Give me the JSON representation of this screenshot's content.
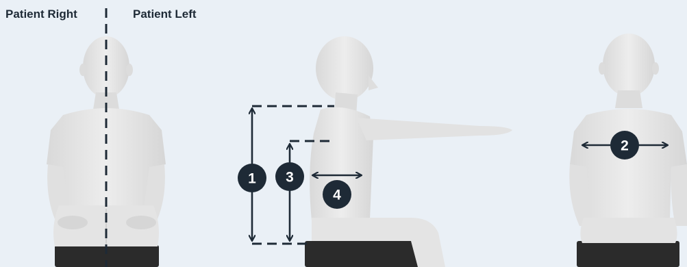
{
  "labels": {
    "patient_right": "Patient Right",
    "patient_left": "Patient Left"
  },
  "markers": {
    "m1": "1",
    "m2": "2",
    "m3": "3",
    "m4": "4"
  },
  "colors": {
    "background": "#eaf0f6",
    "figure": "#e6e6e6",
    "figure_shade": "#d2d2d2",
    "seat": "#2b2b2b",
    "ink": "#1e2a36"
  }
}
